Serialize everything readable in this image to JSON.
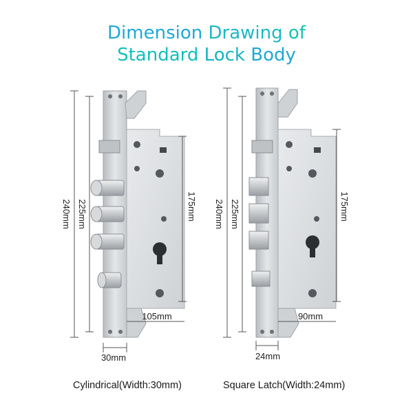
{
  "title": {
    "line1": [
      "Dimension",
      "Drawing",
      "of"
    ],
    "line2": [
      "Standard",
      "Lock",
      "Body"
    ],
    "colors": [
      "#1fa8d6",
      "#1cb8c4",
      "#18c2b4",
      "#14bfb8",
      "#15b4c4",
      "#1fa8d6"
    ]
  },
  "left_lock": {
    "height_total": "240mm",
    "height_bolts": "225mm",
    "case_height": "175mm",
    "case_depth": "105mm",
    "width": "30mm",
    "caption": "Cylindrical(Width:30mm)"
  },
  "right_lock": {
    "height_total": "240mm",
    "height_bolts": "225mm",
    "case_height": "175mm",
    "case_depth": "90mm",
    "width": "24mm",
    "caption": "Square Latch(Width:24mm)"
  }
}
